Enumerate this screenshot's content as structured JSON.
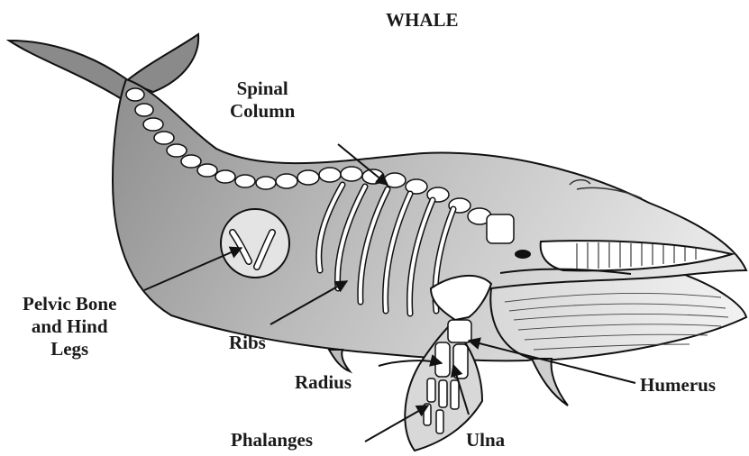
{
  "title": "WHALE",
  "labels": {
    "spinal_column": "Spinal\nColumn",
    "pelvic_bone": "Pelvic Bone\nand Hind\nLegs",
    "ribs": "Ribs",
    "radius": "Radius",
    "humerus": "Humerus",
    "phalanges": "Phalanges",
    "ulna": "Ulna"
  },
  "colors": {
    "body_light": "#e2e2e2",
    "body_dark": "#8c8c8c",
    "bone": "#ffffff",
    "outline": "#111111"
  }
}
